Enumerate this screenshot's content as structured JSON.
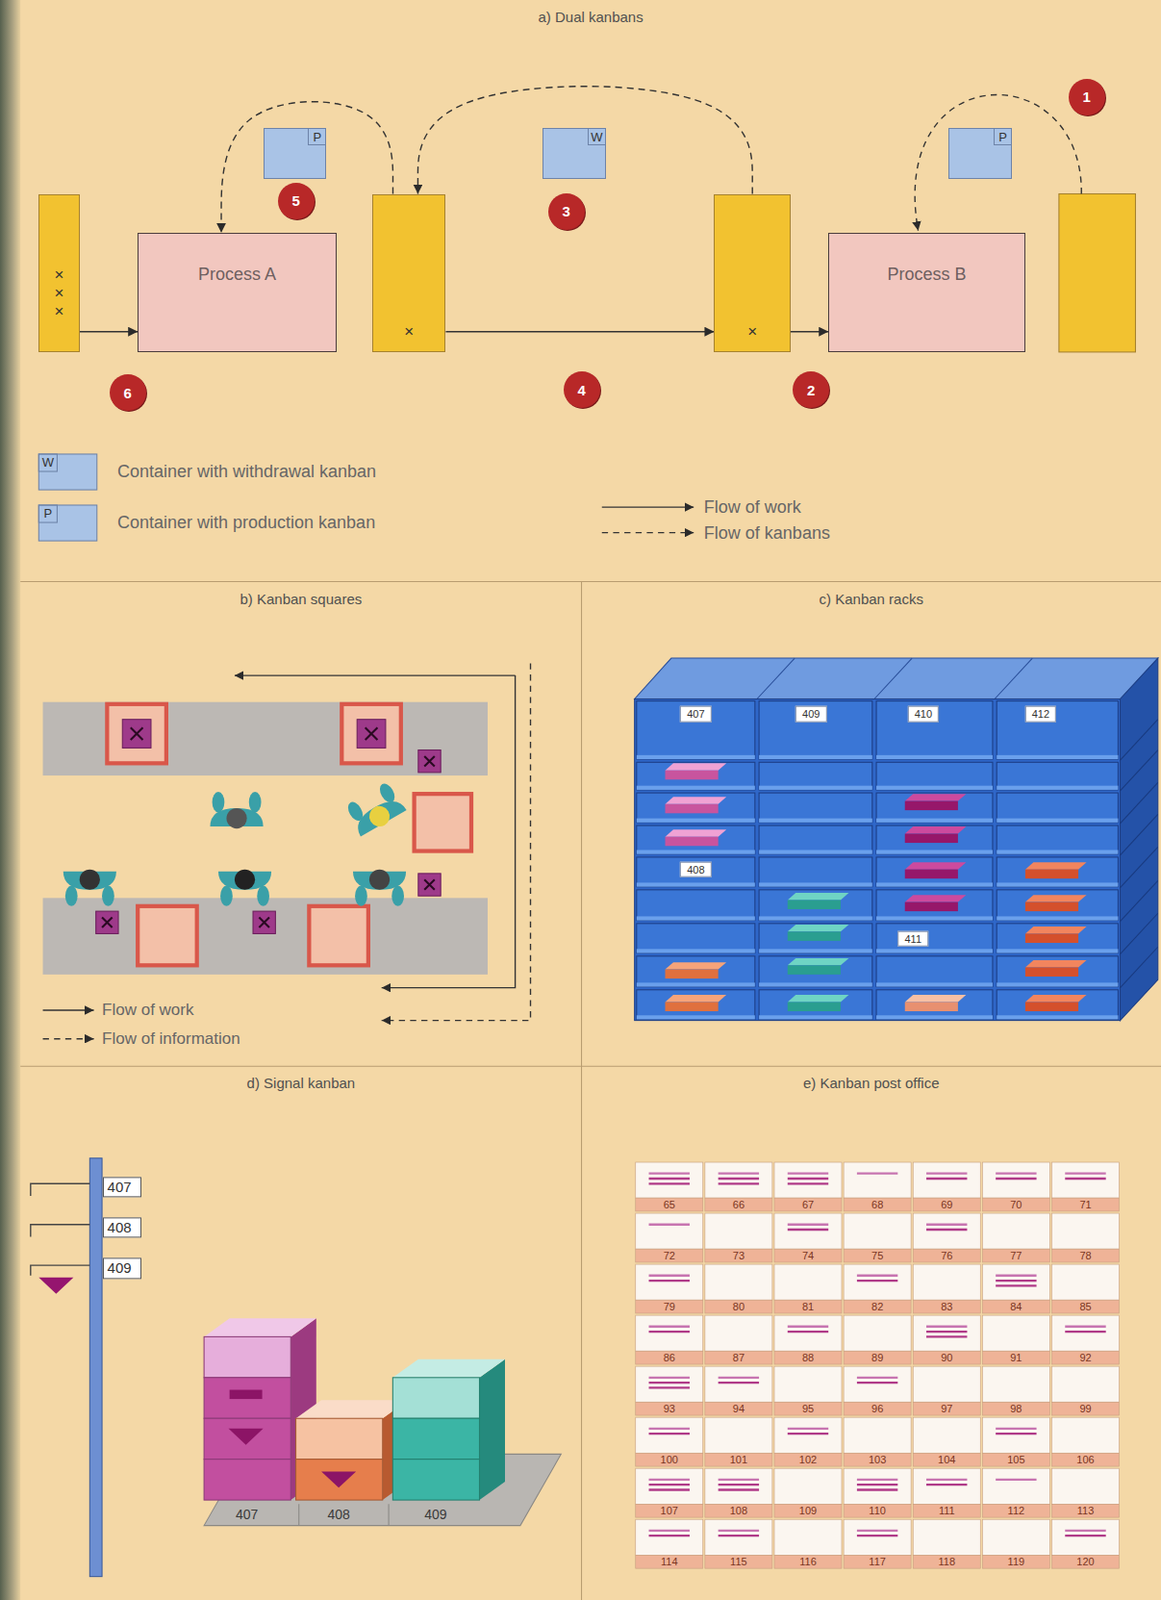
{
  "diagram": {
    "nodes": [
      {
        "text": [
          "a) Dual kanbans"
        ]
      },
      {
        "text": [
          "P"
        ],
        "in": 0
      },
      {
        "text": [
          "W"
        ],
        "in": 0
      },
      {
        "text": [
          "P"
        ],
        "in": 0
      },
      {
        "text": [
          "× × ×"
        ],
        "in": 0
      },
      {
        "text": [
          "Process A"
        ],
        "in": 0
      },
      {
        "text": [
          "×"
        ],
        "in": 0
      },
      {
        "text": [
          "×"
        ],
        "in": 0
      },
      {
        "text": [
          "Process B"
        ],
        "in": 0
      },
      {
        "text": [
          "b) Kanban squares"
        ]
      },
      {
        "text": [
          "c) Kanban racks"
        ]
      },
      {
        "text": [
          "d) Signal kanban"
        ]
      },
      {
        "text": [
          "e) Kanban post office"
        ]
      }
    ],
    "edges": [
      {
        "from": 4,
        "to": 5,
        "arrow": "to"
      },
      {
        "from": 6,
        "to": 7,
        "arrow": "to"
      },
      {
        "from": 7,
        "to": 8,
        "arrow": "to"
      },
      {
        "from": 7,
        "to": 6,
        "arrow": "to"
      },
      {
        "from": 6,
        "to": 5,
        "arrow": "to"
      }
    ],
    "labels": [
      "1",
      "2",
      "3",
      "4",
      "5",
      "6",
      "W",
      "P",
      "407",
      "409",
      "410",
      "412",
      "408",
      "411",
      "407",
      "408",
      "409",
      "407",
      "408",
      "409",
      "65",
      "66",
      "67",
      "68",
      "69",
      "70",
      "71",
      "72",
      "73",
      "74",
      "75",
      "76",
      "77",
      "78",
      "79",
      "80",
      "81",
      "82",
      "83",
      "84",
      "85",
      "86",
      "87",
      "88",
      "89",
      "90",
      "91",
      "92",
      "93",
      "94",
      "95",
      "96",
      "97",
      "98",
      "99",
      "100",
      "101",
      "102",
      "103",
      "104",
      "105",
      "106",
      "107",
      "108",
      "109",
      "110",
      "111",
      "112",
      "113",
      "114",
      "115",
      "116",
      "117",
      "118",
      "119",
      "120"
    ],
    "legend": [
      {
        "text": "Container with withdrawal kanban"
      },
      {
        "text": "Container with production kanban"
      },
      {
        "text": "Flow of work"
      },
      {
        "text": "Flow of kanbans"
      },
      {
        "text": "Flow of work"
      },
      {
        "text": "Flow of information"
      }
    ]
  }
}
